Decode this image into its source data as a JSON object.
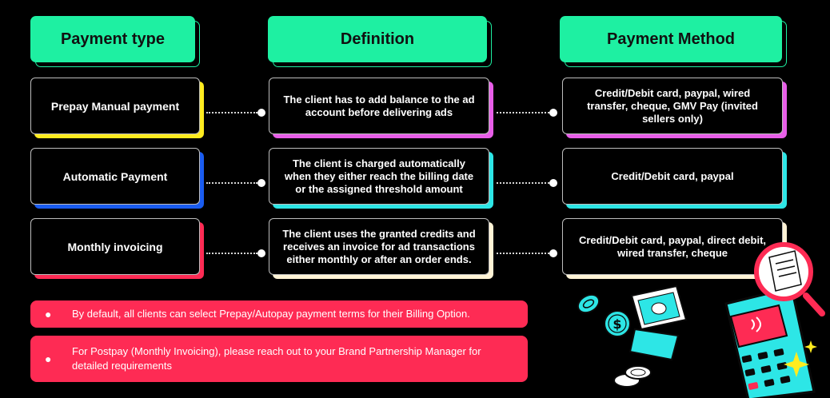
{
  "headers": [
    {
      "label": "Payment type"
    },
    {
      "label": "Definition"
    },
    {
      "label": "Payment Method"
    }
  ],
  "rows": [
    {
      "payment_type": "Prepay Manual payment",
      "definition": "The client has to add balance to the ad account before delivering ads",
      "payment_method": "Credit/Debit card, paypal, wired transfer, cheque, GMV Pay (invited sellers only)",
      "accent": "#ffec1f",
      "definition_accent": "#e85ee8",
      "method_accent": "#e85ee8"
    },
    {
      "payment_type": "Automatic Payment",
      "definition": "The client is charged automatically when they either reach the billing date or the assigned threshold amount",
      "payment_method": "Credit/Debit card, paypal",
      "accent": "#1a5cf0",
      "definition_accent": "#2de6e6",
      "method_accent": "#2de6e6"
    },
    {
      "payment_type": "Monthly invoicing",
      "definition": "The client uses the granted credits and receives an invoice for ad transactions either monthly or after an order ends.",
      "payment_method": "Credit/Debit card, paypal, direct debit, wired transfer, cheque",
      "accent": "#fe2b54",
      "definition_accent": "#fff3d6",
      "method_accent": "#fff3d6"
    }
  ],
  "notes": [
    {
      "bullet": "●",
      "text": "By default, all clients can select Prepay/Autopay payment terms for their Billing Option."
    },
    {
      "bullet": "●",
      "text": "For Postpay (Monthly Invoicing), please reach out to your Brand Partnership Manager for detailed requirements"
    }
  ],
  "colors": {
    "header_bg": "#1ef0a2",
    "note_bg": "#fe2b54",
    "illustration_cyan": "#2de6e6",
    "illustration_red": "#fe2b54"
  },
  "illustration": {
    "icons": [
      "payment-terminal-icon",
      "magnifier-receipt-icon",
      "banknote-icon",
      "dollar-coin-icon",
      "coin-stack-icon",
      "sparkle-icon"
    ]
  }
}
